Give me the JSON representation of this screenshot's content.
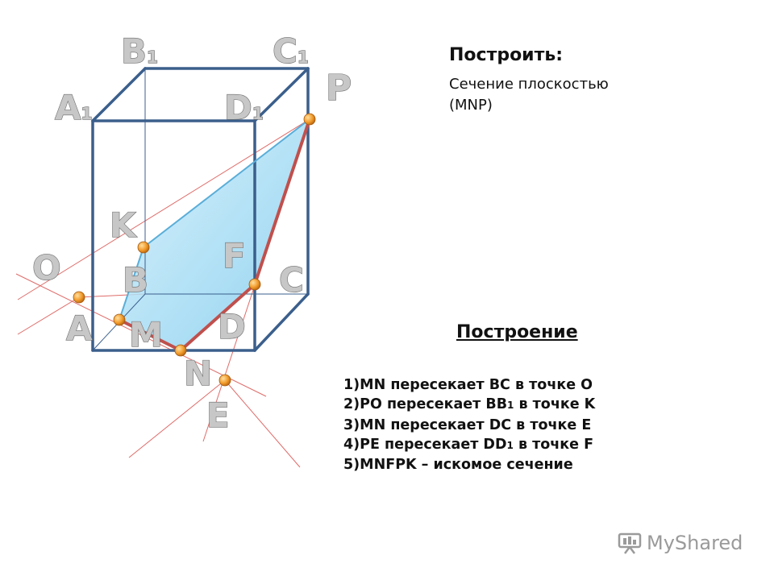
{
  "task": {
    "title": "Построить:",
    "line1": "Сечение плоскостью",
    "line2": "(MNP)"
  },
  "construction": {
    "title": "Построение",
    "steps": [
      {
        "text": "1)MN пересекает BC в точке O"
      },
      {
        "text": "2)PO пересекает BB",
        "sub": "1",
        "tail": " в точке K"
      },
      {
        "text": "3)MN пересекает DC в точке E"
      },
      {
        "text": "4)PE пересекает DD",
        "sub": "1",
        "tail": " в точке F"
      },
      {
        "text": "5)MNFPK – искомое сечение"
      }
    ]
  },
  "labels": {
    "A": "A",
    "B": "B",
    "C": "C",
    "D": "D",
    "A1": "A",
    "B1": "B",
    "C1": "C",
    "D1": "D",
    "sub1": "1",
    "K": "K",
    "F": "F",
    "O": "O",
    "M": "M",
    "N": "N",
    "E": "E",
    "P": "P"
  },
  "logo": {
    "text": "MyShared",
    "icon": "presentation-board-icon"
  },
  "colors": {
    "edge": "#3b5f8c",
    "section_fill": "#8fd3f0",
    "section_outline": "#c0504d",
    "aux_line": "#d9534f",
    "point": "#f29b2b"
  }
}
